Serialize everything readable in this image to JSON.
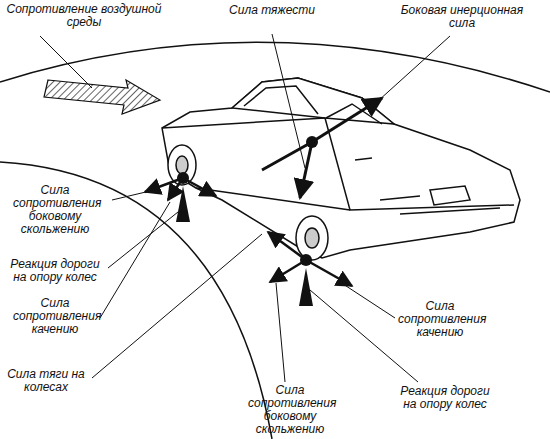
{
  "diagram": {
    "labels": [
      "Сопротивление воздушной среды",
      "Сила тяжести",
      "Боковая инерционная сила",
      "Сила сопротивления боковому скольжению",
      "Реакция дороги на опору колес",
      "Сила сопротивления качению",
      "Сила тяги на колесах",
      "Сила сопротивления боковому скольжению",
      "Сила сопротивления качению",
      "Реакция дороги на опору колес"
    ]
  }
}
